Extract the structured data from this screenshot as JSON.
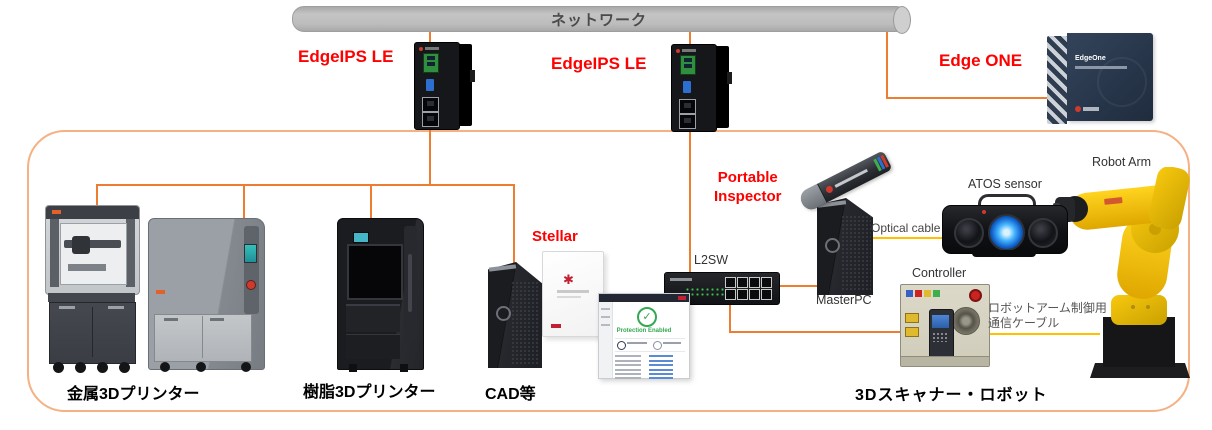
{
  "colors": {
    "line_orange": "#ED7D31",
    "line_yellow": "#FFC000",
    "label_red": "#FF0000",
    "zone_border": "#F5B183",
    "network_bar_gray": "#BDBDBD"
  },
  "network_bar": {
    "label": "ネットワーク"
  },
  "security_devices": {
    "edgeips_left": {
      "label": "EdgeIPS LE"
    },
    "edgeips_center": {
      "label": "EdgeIPS LE"
    },
    "edge_one": {
      "label": "Edge ONE",
      "box_text": "EdgeOne"
    },
    "stellar": {
      "label": "Stellar",
      "ui_status": "Protection Enabled",
      "check_glyph": "✓"
    },
    "portable_inspector": {
      "label_line1": "Portable",
      "label_line2": "Inspector"
    }
  },
  "factory_zone": {
    "metal_printer": {
      "label": "金属3Dプリンター"
    },
    "resin_printer": {
      "label": "樹脂3Dプリンター"
    },
    "cad": {
      "label": "CAD等"
    },
    "l2sw": {
      "label": "L2SW"
    },
    "master_pc": {
      "label": "MasterPC"
    },
    "optical_cable": {
      "label": "Optical cable"
    },
    "atos_sensor": {
      "label": "ATOS sensor"
    },
    "robot_arm": {
      "label": "Robot Arm"
    },
    "controller": {
      "label": "Controller"
    },
    "robot_cable": {
      "label_line1": "ロボットアーム制御用",
      "label_line2": "通信ケーブル"
    },
    "group": {
      "label": "3Dスキャナー・ロボット"
    },
    "stellar_box_logo_glyph": "✱"
  }
}
